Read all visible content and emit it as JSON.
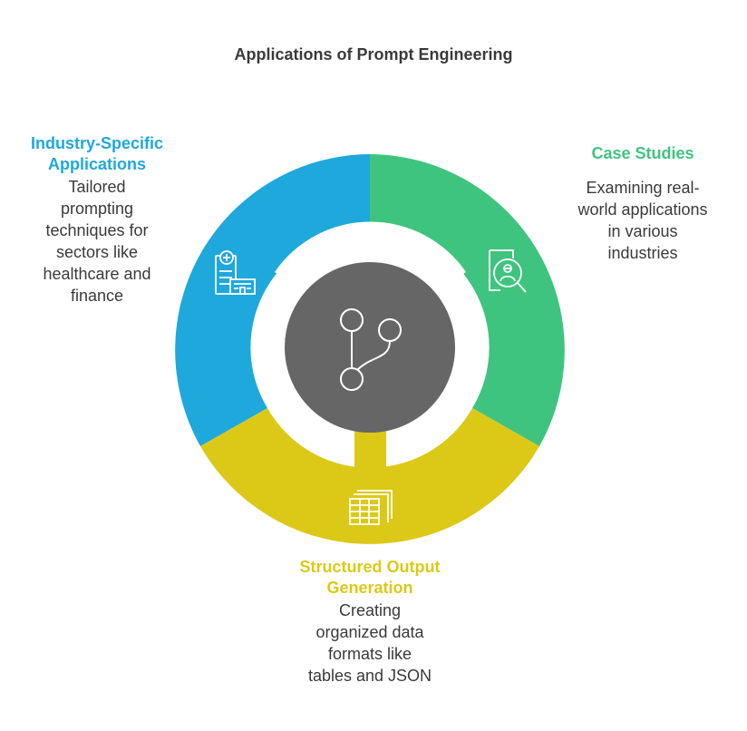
{
  "title": "Applications of Prompt Engineering",
  "colors": {
    "blue": "#1fa8dc",
    "green": "#3fc47f",
    "yellow": "#dcc917",
    "center": "#666666",
    "text": "#3a3a3a"
  },
  "segments": [
    {
      "heading_lines": [
        "Industry-Specific",
        "Applications"
      ],
      "desc_lines": [
        "Tailored",
        "prompting",
        "techniques for",
        "sectors like",
        "healthcare and",
        "finance"
      ],
      "icon": "hospital-icon"
    },
    {
      "heading_lines": [
        "Case Studies"
      ],
      "desc_lines": [
        "Examining real-",
        "world applications",
        "in various",
        "industries"
      ],
      "icon": "search-document-icon"
    },
    {
      "heading_lines": [
        "Structured Output",
        "Generation"
      ],
      "desc_lines": [
        "Creating",
        "organized data",
        "formats like",
        "tables and JSON"
      ],
      "icon": "table-stack-icon"
    }
  ],
  "center_icon": "branch-icon"
}
